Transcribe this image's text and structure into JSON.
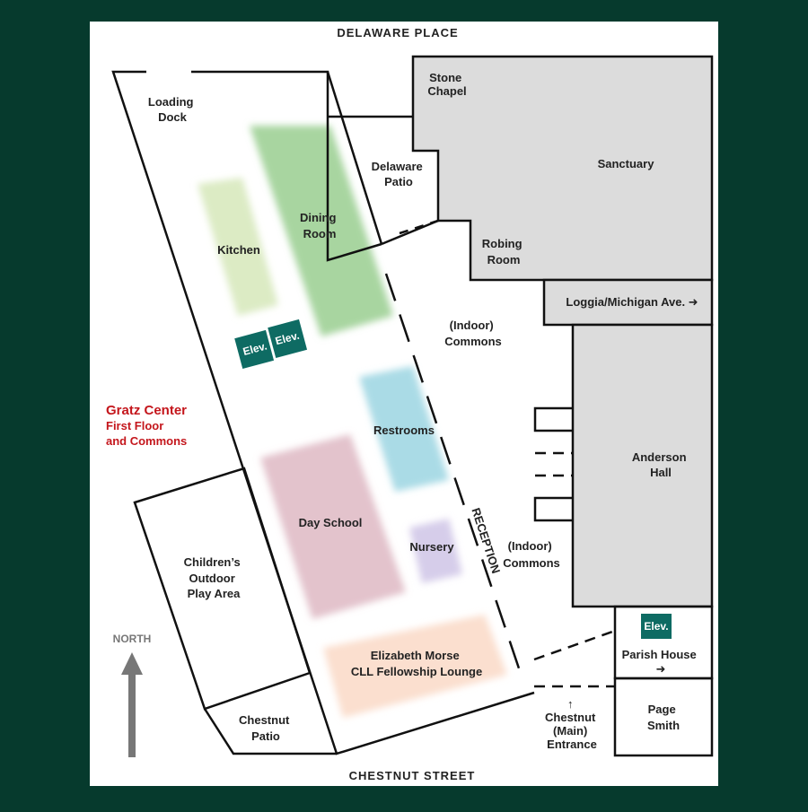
{
  "map": {
    "title": "Gratz Center",
    "subtitle_line1": "First Floor",
    "subtitle_line2": "and Commons"
  },
  "streets": {
    "north": "DELAWARE PLACE",
    "south": "CHESTNUT STREET"
  },
  "compass": {
    "label": "NORTH"
  },
  "rooms": {
    "loading_dock": [
      "Loading",
      "Dock"
    ],
    "stone_chapel": [
      "Stone",
      "Chapel"
    ],
    "sanctuary": [
      "Sanctuary"
    ],
    "delaware_patio": [
      "Delaware",
      "Patio"
    ],
    "dining_room": [
      "Dining",
      "Room"
    ],
    "kitchen": [
      "Kitchen"
    ],
    "robing_room": [
      "Robing",
      "Room"
    ],
    "loggia": [
      "Loggia/Michigan Ave. ➜"
    ],
    "indoor_commons_north": [
      "(Indoor)",
      "Commons"
    ],
    "anderson_hall": [
      "Anderson",
      "Hall"
    ],
    "restrooms": [
      "Restrooms"
    ],
    "day_school": [
      "Day School"
    ],
    "nursery": [
      "Nursery"
    ],
    "reception": [
      "RECEPTION"
    ],
    "indoor_commons_south": [
      "(Indoor)",
      "Commons"
    ],
    "childrens_play_area": [
      "Children’s",
      "Outdoor",
      "Play Area"
    ],
    "fellowship_lounge": [
      "Elizabeth Morse",
      "CLL Fellowship Lounge"
    ],
    "parish_house": [
      "Parish House",
      "➜"
    ],
    "chestnut_patio": [
      "Chestnut",
      "Patio"
    ],
    "chestnut_entrance": [
      "↑",
      "Chestnut",
      "(Main)",
      "Entrance"
    ],
    "page_smith": [
      "Page",
      "Smith"
    ]
  },
  "elevators": {
    "elev_1": "Elev.",
    "elev_2": "Elev.",
    "elev_3": "Elev."
  },
  "colors": {
    "background": "#063a2d",
    "page": "#ffffff",
    "building_gray": "#dcdcdc",
    "elevator": "#0e6b63",
    "title_red": "#c4161c",
    "dining_green": "#a8d5a0",
    "kitchen_green": "#dcebc4",
    "restrooms_blue": "#aadbe6",
    "day_school_pink": "#e3c3cc",
    "nursery_purple": "#d6cdea",
    "lounge_peach": "#fbdfcf"
  },
  "icons": [
    "north-arrow-icon",
    "right-arrow-icon",
    "up-arrow-icon"
  ]
}
